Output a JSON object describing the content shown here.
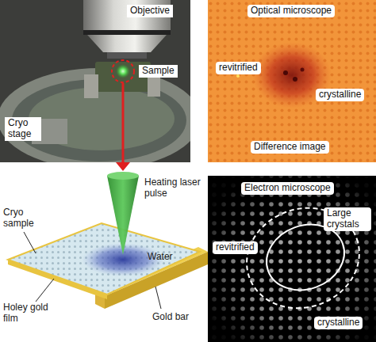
{
  "diagram": {
    "nodes": [
      {
        "text": [
          "Objective"
        ]
      },
      {
        "text": [
          "Sample"
        ]
      },
      {
        "text": [
          "Cryo stage"
        ]
      },
      {
        "text": [
          "Optical microscope"
        ]
      },
      {
        "text": [
          "revitrified"
        ]
      },
      {
        "text": [
          "crystalline"
        ]
      },
      {
        "text": [
          "Difference image"
        ]
      },
      {
        "text": [
          "Electron microscope"
        ]
      },
      {
        "text": [
          "Large crystals"
        ]
      },
      {
        "text": [
          "revitrified"
        ]
      },
      {
        "text": [
          "crystalline"
        ]
      }
    ],
    "labels": [
      "Heating laser pulse",
      "Cryo sample",
      "Water",
      "Holey gold film",
      "Gold bar"
    ]
  }
}
